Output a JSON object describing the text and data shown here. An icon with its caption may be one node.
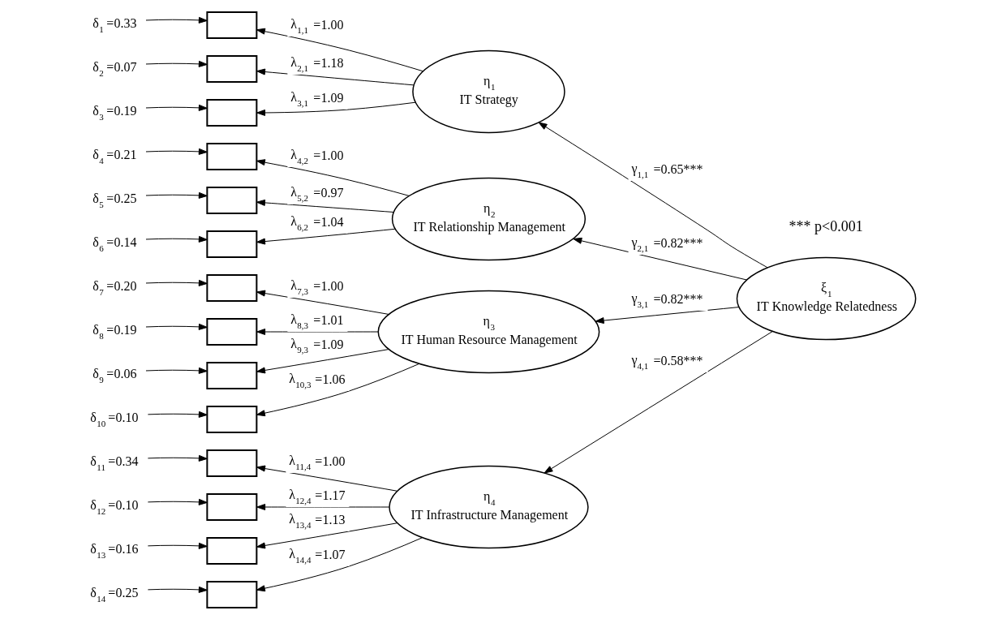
{
  "diagram": {
    "nodes": [
      {
        "text": [
          "δ$_{1}$ =0.33"
        ]
      },
      {
        "text": [
          "δ$_{2}$ =0.07"
        ]
      },
      {
        "text": [
          "δ$_{3}$ =0.19"
        ]
      },
      {
        "text": [
          "δ$_{4}$ =0.21"
        ]
      },
      {
        "text": [
          "δ$_{5}$ =0.25"
        ]
      },
      {
        "text": [
          "δ$_{6}$ =0.14"
        ]
      },
      {
        "text": [
          "δ$_{7}$ =0.20"
        ]
      },
      {
        "text": [
          "δ$_{8}$ =0.19"
        ]
      },
      {
        "text": [
          "δ$_{9}$ =0.06"
        ]
      },
      {
        "text": [
          "δ$_{10}$ =0.10"
        ]
      },
      {
        "text": [
          "δ$_{11}$ =0.34"
        ]
      },
      {
        "text": [
          "δ$_{12}$ =0.10"
        ]
      },
      {
        "text": [
          "δ$_{13}$ =0.16"
        ]
      },
      {
        "text": [
          "δ$_{14}$ =0.25"
        ]
      },
      {
        "text": [],
        "shape": "box"
      },
      {
        "text": [],
        "shape": "box"
      },
      {
        "text": [],
        "shape": "box"
      },
      {
        "text": [],
        "shape": "box"
      },
      {
        "text": [],
        "shape": "box"
      },
      {
        "text": [],
        "shape": "box"
      },
      {
        "text": [],
        "shape": "box"
      },
      {
        "text": [],
        "shape": "box"
      },
      {
        "text": [],
        "shape": "box"
      },
      {
        "text": [],
        "shape": "box"
      },
      {
        "text": [],
        "shape": "box"
      },
      {
        "text": [],
        "shape": "box"
      },
      {
        "text": [],
        "shape": "box"
      },
      {
        "text": [],
        "shape": "box"
      },
      {
        "text": [
          "η$_{1}$",
          "IT Strategy"
        ]
      },
      {
        "text": [
          "η$_{2}$",
          "IT Relationship Management"
        ]
      },
      {
        "text": [
          "η$_{3}$",
          "IT Human Resource Management"
        ]
      },
      {
        "text": [
          "η$_{4}$",
          "IT Infrastructure Management"
        ]
      },
      {
        "text": [
          "ξ$_{1}$",
          "IT Knowledge Relatedness"
        ]
      }
    ],
    "edges": [
      {
        "from": 0,
        "to": 14,
        "arrow": "to"
      },
      {
        "from": 1,
        "to": 15,
        "arrow": "to"
      },
      {
        "from": 2,
        "to": 16,
        "arrow": "to"
      },
      {
        "from": 3,
        "to": 17,
        "arrow": "to"
      },
      {
        "from": 4,
        "to": 18,
        "arrow": "to"
      },
      {
        "from": 5,
        "to": 19,
        "arrow": "to"
      },
      {
        "from": 6,
        "to": 20,
        "arrow": "to"
      },
      {
        "from": 7,
        "to": 21,
        "arrow": "to"
      },
      {
        "from": 8,
        "to": 22,
        "arrow": "to"
      },
      {
        "from": 9,
        "to": 23,
        "arrow": "to"
      },
      {
        "from": 10,
        "to": 24,
        "arrow": "to"
      },
      {
        "from": 11,
        "to": 25,
        "arrow": "to"
      },
      {
        "from": 12,
        "to": 26,
        "arrow": "to"
      },
      {
        "from": 13,
        "to": 27,
        "arrow": "to"
      },
      {
        "from": 28,
        "to": 14,
        "arrow": "to",
        "label": "λ$_{1,1}$ =1.00"
      },
      {
        "from": 28,
        "to": 15,
        "arrow": "to",
        "label": "λ$_{2,1}$ =1.18"
      },
      {
        "from": 28,
        "to": 16,
        "arrow": "to",
        "label": "λ$_{3,1}$ =1.09"
      },
      {
        "from": 29,
        "to": 17,
        "arrow": "to",
        "label": "λ$_{4,2}$ =1.00"
      },
      {
        "from": 29,
        "to": 18,
        "arrow": "to",
        "label": "λ$_{5,2}$ =0.97"
      },
      {
        "from": 29,
        "to": 19,
        "arrow": "to",
        "label": "λ$_{6,2}$ =1.04"
      },
      {
        "from": 30,
        "to": 20,
        "arrow": "to",
        "label": "λ$_{7,3}$ =1.00"
      },
      {
        "from": 30,
        "to": 21,
        "arrow": "to",
        "label": "λ$_{8,3}$ =1.01"
      },
      {
        "from": 30,
        "to": 22,
        "arrow": "to",
        "label": "λ$_{9,3}$ =1.09"
      },
      {
        "from": 30,
        "to": 23,
        "arrow": "to",
        "label": "λ$_{10,3}$ =1.06"
      },
      {
        "from": 31,
        "to": 24,
        "arrow": "to",
        "label": "λ$_{11,4}$ =1.00"
      },
      {
        "from": 31,
        "to": 25,
        "arrow": "to",
        "label": "λ$_{12,4}$ =1.17"
      },
      {
        "from": 31,
        "to": 26,
        "arrow": "to",
        "label": "λ$_{13,4}$ =1.13"
      },
      {
        "from": 31,
        "to": 27,
        "arrow": "to",
        "label": "λ$_{14,4}$ =1.07"
      },
      {
        "from": 32,
        "to": 28,
        "arrow": "to",
        "label": "γ$_{1,1}$ =0.65***"
      },
      {
        "from": 32,
        "to": 29,
        "arrow": "to",
        "label": "γ$_{2,1}$ =0.82***"
      },
      {
        "from": 32,
        "to": 30,
        "arrow": "to",
        "label": "γ$_{3,1}$ =0.82***"
      },
      {
        "from": 32,
        "to": 31,
        "arrow": "to",
        "label": "γ$_{4,1}$ =0.58***"
      }
    ],
    "labels": [
      "*** p<0.001"
    ]
  }
}
